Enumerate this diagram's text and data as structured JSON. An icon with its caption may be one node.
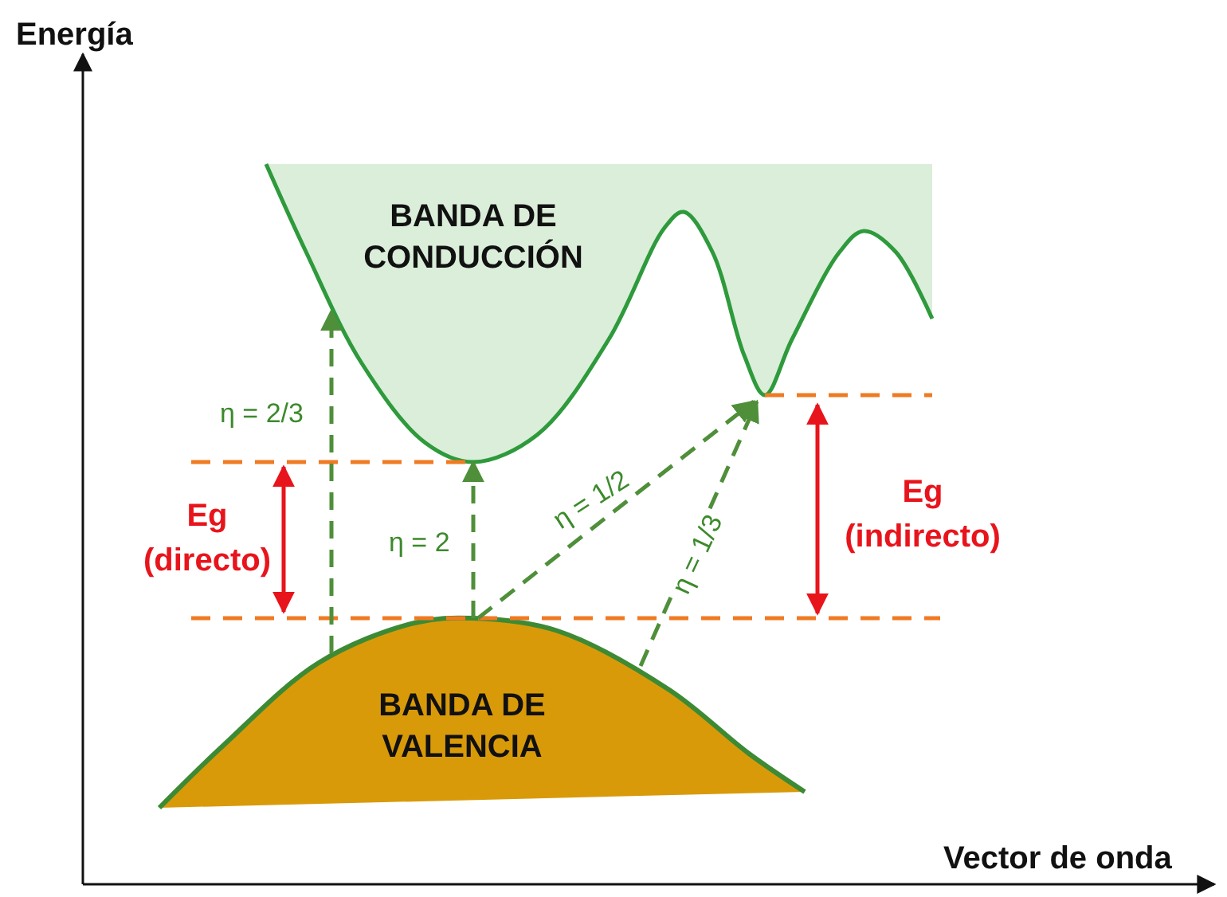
{
  "diagram": {
    "nodes": [
      {
        "text": [
          "BANDA DE CONDUCCIÓN"
        ]
      },
      {
        "text": [
          "BANDA DE VALENCIA"
        ]
      }
    ],
    "edges": [
      {
        "from": 1,
        "to": 0,
        "arrow": "to",
        "label": "η = 2/3",
        "style": "dashed"
      },
      {
        "from": 1,
        "to": 0,
        "arrow": "to",
        "label": "η = 2",
        "style": "dashed"
      },
      {
        "from": 1,
        "to": 0,
        "arrow": "to",
        "label": "η = 1/2",
        "style": "dashed"
      },
      {
        "from": 1,
        "to": 0,
        "arrow": "to",
        "label": "η = 1/3",
        "style": "dashed"
      }
    ],
    "labels": [
      "Energía",
      "Eg (directo)",
      "Eg (indirecto)",
      "Vector de onda"
    ]
  }
}
